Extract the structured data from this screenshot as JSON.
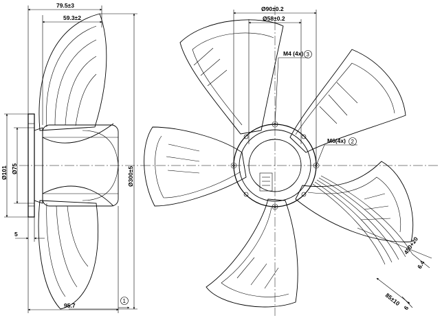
{
  "side_view": {
    "dim_overall_depth": "79.5±3",
    "dim_hub_depth": "59.3±2",
    "dim_dia_101": "Ø101",
    "dim_dia_75": "Ø75",
    "dim_dia_300": "Ø300±5",
    "dim_5": "5",
    "dim_bottom_length": "95.7",
    "callout_1": "1"
  },
  "front_view": {
    "dim_dia_90": "Ø90±0.2",
    "dim_dia_58": "Ø58±0.2",
    "label_m4": "M4 (4x)",
    "callout_3": "3",
    "label_m6": "M6(4x)",
    "callout_2": "2",
    "dim_cable_length": "450+20",
    "dim_6_4": "6.4",
    "dim_85": "85±10",
    "dim_6": "6"
  },
  "colors": {
    "line": "#000000",
    "background": "#ffffff"
  }
}
